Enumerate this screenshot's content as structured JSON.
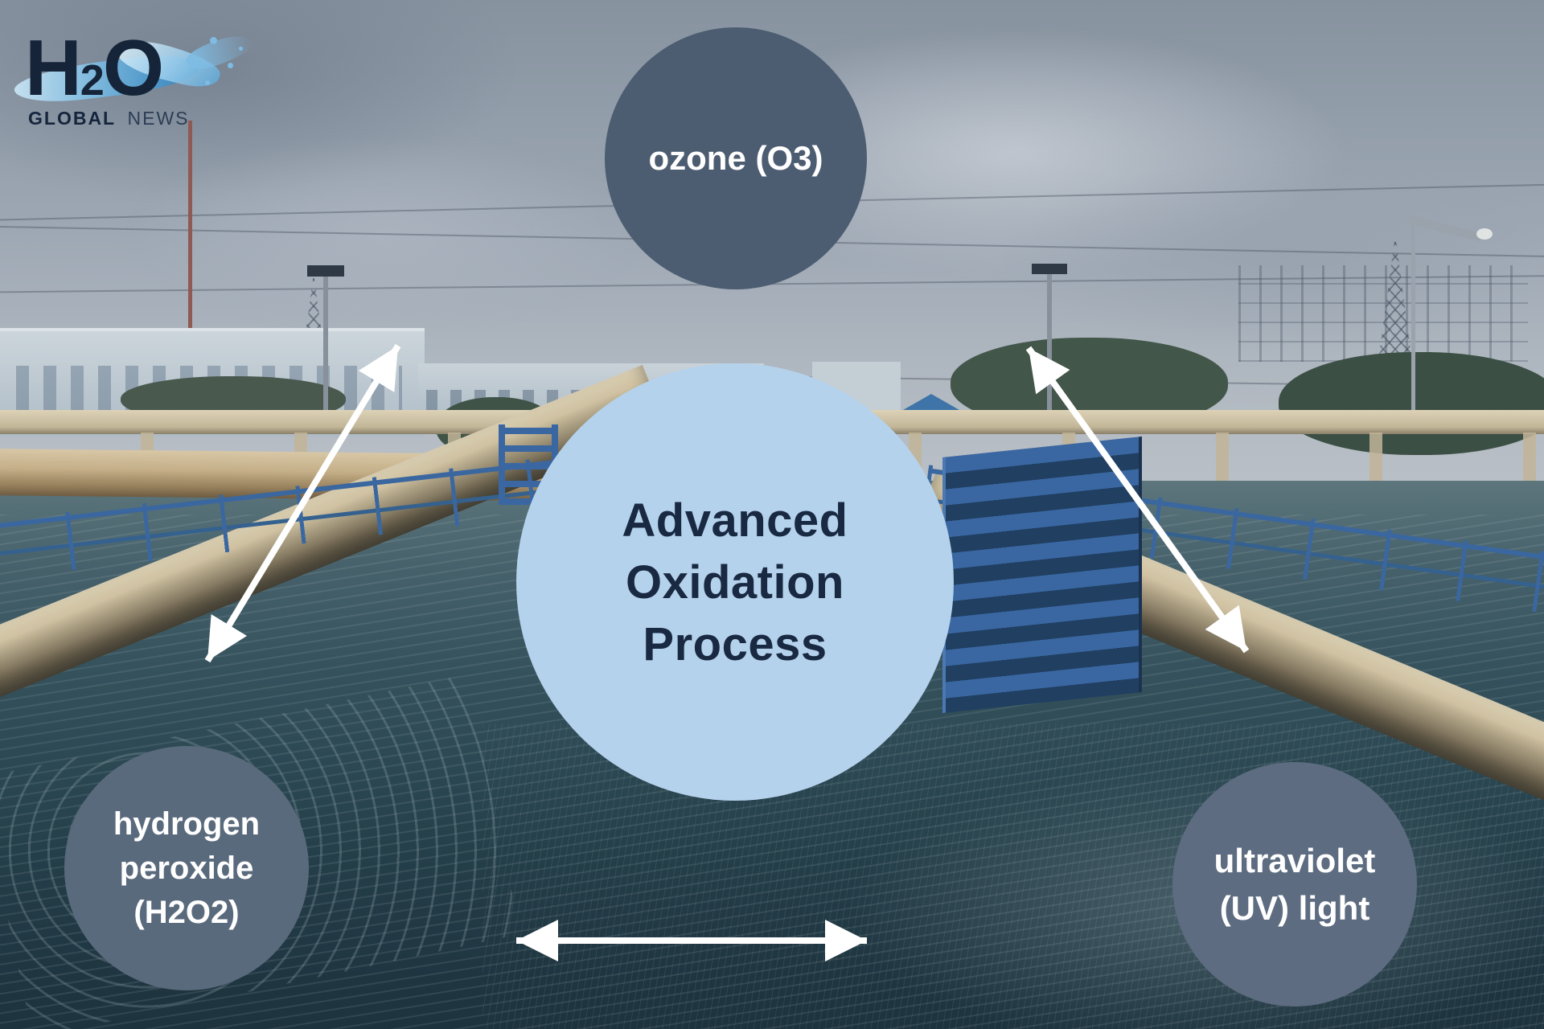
{
  "logo": {
    "h": "H",
    "sub": "2",
    "o": "O",
    "tagline_bold": "GLOBAL",
    "tagline_light": "NEWS"
  },
  "diagram": {
    "center_circle": {
      "line1": "Advanced",
      "line2": "Oxidation",
      "line3": "Process"
    },
    "ozone_circle": {
      "label": "ozone (O3)"
    },
    "hydrogen_peroxide_circle": {
      "line1": "hydrogen",
      "line2": "peroxide",
      "line3": "(H2O2)"
    },
    "uv_circle": {
      "line1": "ultraviolet",
      "line2": "(UV) light"
    }
  },
  "icons": {
    "arrows": "white double-headed connector arrows",
    "logo_splash": "water-splash-icon"
  },
  "colors": {
    "center_circle_fill": "#b5d2ed",
    "center_title_text": "#192942",
    "ozone_circle_fill": "#4d5d71",
    "hydrogen_peroxide_circle_fill": "#5a6a7d",
    "uv_circle_fill": "#5d6c80",
    "node_text": "#ffffff",
    "arrow": "#ffffff",
    "logo_text": "#152438",
    "logo_splash_blue": "#7fbce4"
  }
}
